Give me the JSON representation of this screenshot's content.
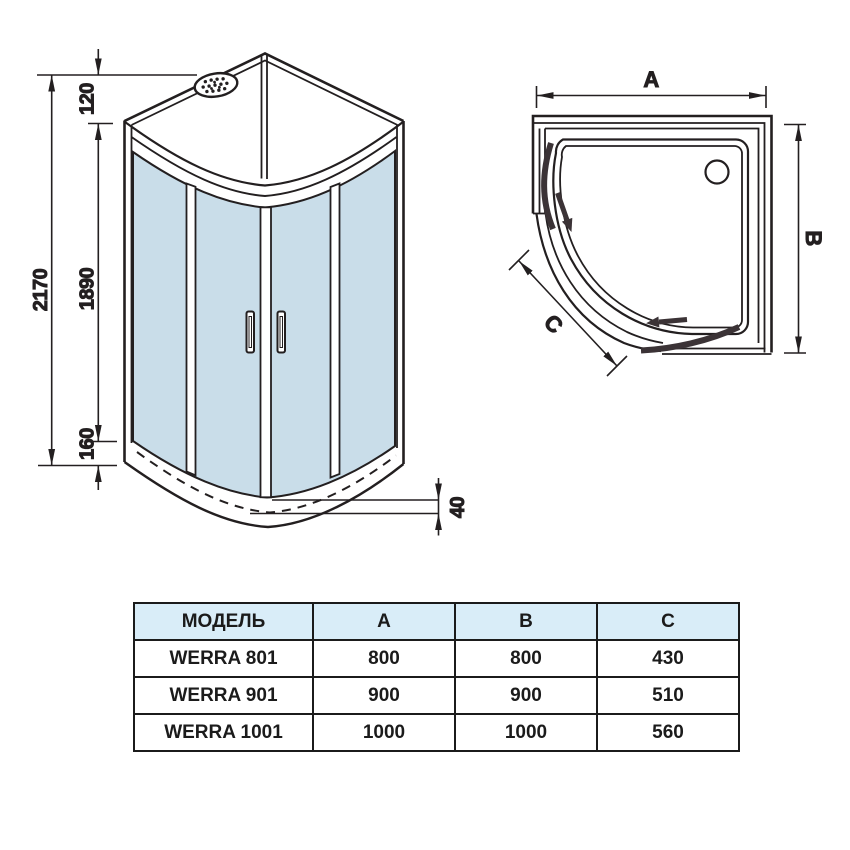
{
  "front_view": {
    "dims": {
      "total_height": "2170",
      "head_offset": "120",
      "glass_height": "1890",
      "tray_height": "160",
      "tray_lip": "40"
    }
  },
  "top_view": {
    "labels": {
      "width": "A",
      "depth": "B",
      "arc": "C"
    }
  },
  "table": {
    "headers": {
      "model": "МОДЕЛЬ",
      "a": "A",
      "b": "B",
      "c": "C"
    },
    "rows": [
      {
        "model": "WERRA 801",
        "a": "800",
        "b": "800",
        "c": "430"
      },
      {
        "model": "WERRA 901",
        "a": "900",
        "b": "900",
        "c": "510"
      },
      {
        "model": "WERRA 1001",
        "a": "1000",
        "b": "1000",
        "c": "560"
      }
    ]
  },
  "colors": {
    "line": "#231f20",
    "glass": "#c9dde9",
    "door_dark": "#3b3336",
    "table_header_bg": "#d9edf8"
  }
}
